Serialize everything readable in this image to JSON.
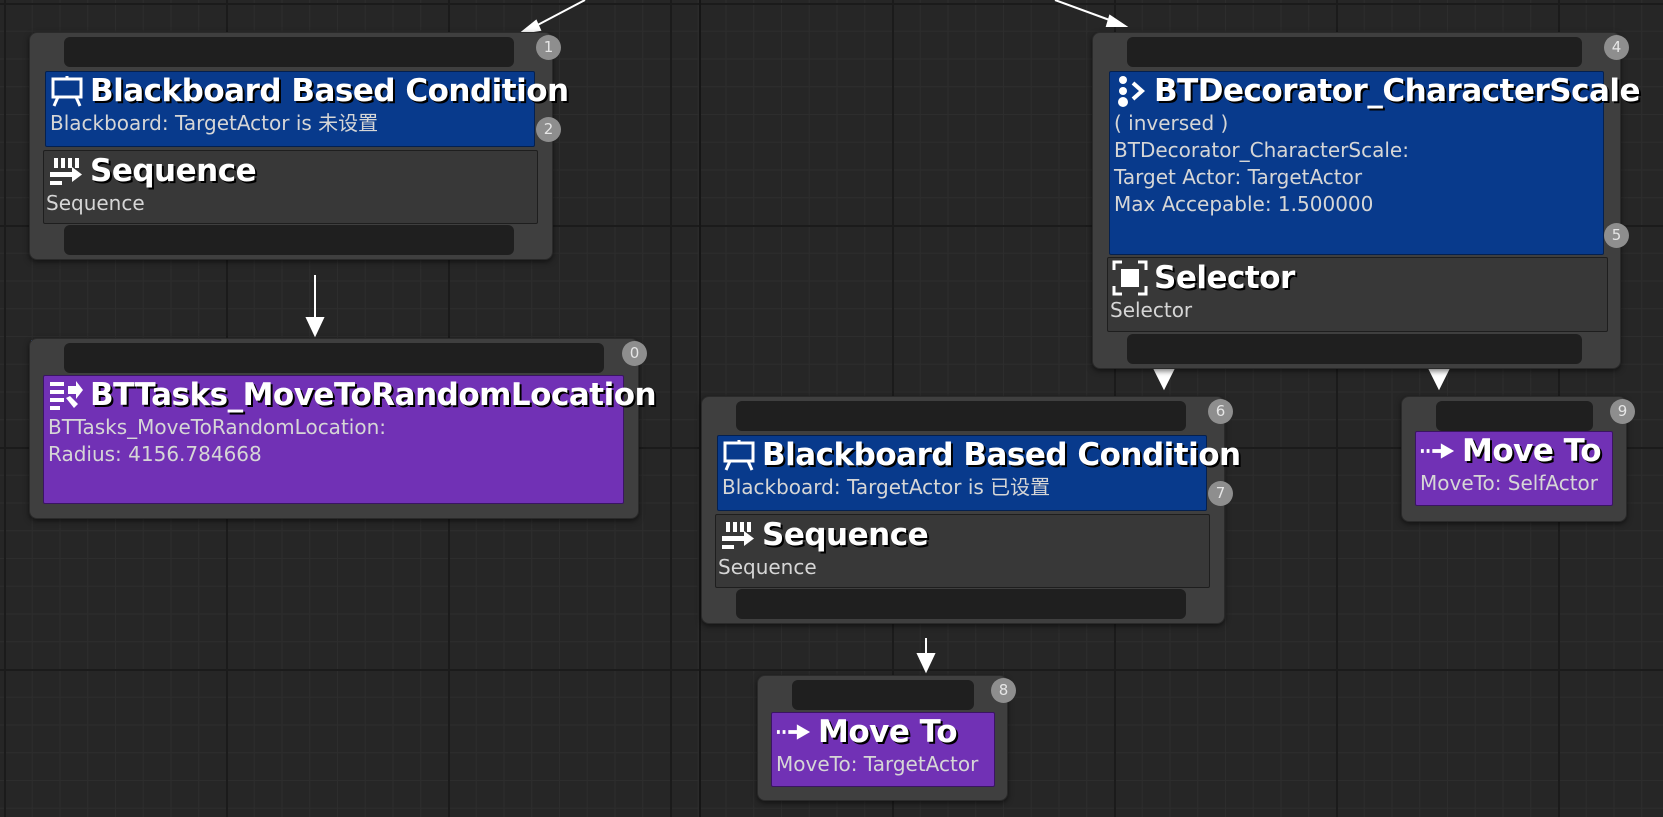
{
  "nodes": {
    "n1": {
      "badge": "1",
      "decorator_badge": "2",
      "decorator_title": "Blackboard Based Condition",
      "decorator_sub": "Blackboard: TargetActor is 未设置",
      "composite_title": "Sequence",
      "composite_sub": "Sequence",
      "decorator_icon": "blackboard-icon",
      "composite_icon": "sequence-icon"
    },
    "n0": {
      "badge": "0",
      "task_title": "BTTasks_MoveToRandomLocation",
      "task_line1": "BTTasks_MoveToRandomLocation:",
      "task_line2": "",
      "task_line3": "Radius: 4156.784668",
      "task_icon": "custom-task-icon"
    },
    "n4": {
      "badge": "4",
      "decorator_badge": "5",
      "decorator_title": "BTDecorator_CharacterScale",
      "decorator_line1": "( inversed )",
      "decorator_line2": "BTDecorator_CharacterScale:",
      "decorator_line3": "",
      "decorator_line4": "Target Actor: TargetActor",
      "decorator_line5": "Max Accepable: 1.500000",
      "composite_title": "Selector",
      "composite_sub": "Selector",
      "decorator_icon": "custom-decorator-icon",
      "composite_icon": "selector-icon"
    },
    "n6": {
      "badge": "6",
      "decorator_badge": "7",
      "decorator_title": "Blackboard Based Condition",
      "decorator_sub": "Blackboard: TargetActor is 已设置",
      "composite_title": "Sequence",
      "composite_sub": "Sequence",
      "decorator_icon": "blackboard-icon",
      "composite_icon": "sequence-icon"
    },
    "n8": {
      "badge": "8",
      "task_title": "Move To",
      "task_sub": "MoveTo: TargetActor",
      "task_icon": "move-to-icon"
    },
    "n9": {
      "badge": "9",
      "task_title": "Move To",
      "task_sub": "MoveTo: SelfActor",
      "task_icon": "move-to-icon"
    }
  },
  "colors": {
    "decorator": "#083a8c",
    "task": "#7131b5",
    "composite": "#383838",
    "background": "#262626"
  }
}
